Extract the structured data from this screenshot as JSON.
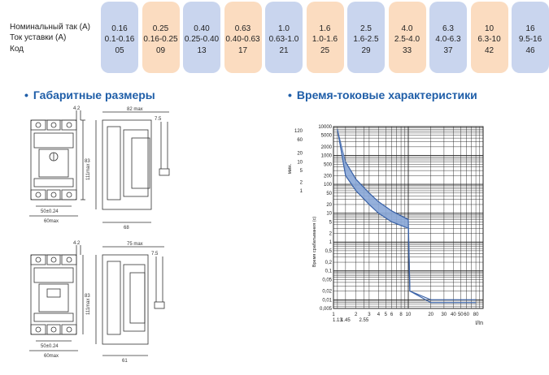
{
  "table": {
    "row_labels": [
      "Номинальный так (А)",
      "Ток уставки (А)",
      "Код"
    ],
    "columns": [
      {
        "nominal": "0.16",
        "range": "0.1-0.16",
        "code": "05",
        "color": "#c9d5ee"
      },
      {
        "nominal": "0.25",
        "range": "0.16-0.25",
        "code": "09",
        "color": "#fbdcc0"
      },
      {
        "nominal": "0.40",
        "range": "0.25-0.40",
        "code": "13",
        "color": "#c9d5ee"
      },
      {
        "nominal": "0.63",
        "range": "0.40-0.63",
        "code": "17",
        "color": "#fbdcc0"
      },
      {
        "nominal": "1.0",
        "range": "0.63-1.0",
        "code": "21",
        "color": "#c9d5ee"
      },
      {
        "nominal": "1.6",
        "range": "1.0-1.6",
        "code": "25",
        "color": "#fbdcc0"
      },
      {
        "nominal": "2.5",
        "range": "1.6-2.5",
        "code": "29",
        "color": "#c9d5ee"
      },
      {
        "nominal": "4.0",
        "range": "2.5-4.0",
        "code": "33",
        "color": "#fbdcc0"
      },
      {
        "nominal": "6.3",
        "range": "4.0-6.3",
        "code": "37",
        "color": "#c9d5ee"
      },
      {
        "nominal": "10",
        "range": "6.3-10",
        "code": "42",
        "color": "#fbdcc0"
      },
      {
        "nominal": "16",
        "range": "9.5-16",
        "code": "46",
        "color": "#c9d5ee"
      }
    ]
  },
  "headings": {
    "dimensions": "Габаритные размеры",
    "curve": "Время-токовые характеристики",
    "bullet": "•"
  },
  "dimensions": {
    "top": {
      "d1": "4.2",
      "d2": "82 max",
      "d3": "7.5",
      "h1": "83",
      "h2": "111max",
      "w1": "50±0.24",
      "w2": "60max",
      "w3": "68"
    },
    "bottom": {
      "d1": "4.2",
      "d2": "75 max",
      "d3": "7.5",
      "h1": "83",
      "h2": "111max",
      "w1": "50±0.24",
      "w2": "60max",
      "w3": "61"
    }
  },
  "chart_data": {
    "type": "line",
    "title": "",
    "y_unit_label": "мин.",
    "ylabel": "Время срабатывания (с)",
    "xlabel": "I/In",
    "y_log": true,
    "x_log": true,
    "y_ticks_min": [
      "120",
      "60",
      "20",
      "10",
      "5",
      "2",
      "1"
    ],
    "y_ticks_s": [
      "10000",
      "5000",
      "2000",
      "1000",
      "500",
      "200",
      "100",
      "50",
      "20",
      "10",
      "5",
      "2",
      "1",
      "0,5",
      "0,2",
      "0,1",
      "0,05",
      "0,02",
      "0,01",
      "0,005"
    ],
    "x_ticks": [
      "1",
      "1.13",
      "1.45",
      "2",
      "2.55",
      "3",
      "4",
      "5",
      "6",
      "8",
      "10",
      "20",
      "30",
      "40",
      "50",
      "60",
      "80"
    ],
    "series": [
      {
        "values": [
          [
            1.13,
            8000
          ],
          [
            1.45,
            200
          ],
          [
            2,
            60
          ],
          [
            3,
            20
          ],
          [
            4,
            10
          ],
          [
            6,
            5
          ],
          [
            10,
            3
          ],
          [
            10.5,
            0.02
          ],
          [
            20,
            0.008
          ],
          [
            80,
            0.008
          ]
        ]
      },
      {
        "values": [
          [
            1.45,
            600
          ],
          [
            2,
            150
          ],
          [
            3,
            50
          ],
          [
            4,
            25
          ],
          [
            6,
            12
          ],
          [
            10,
            6
          ],
          [
            10.5,
            0.02
          ],
          [
            20,
            0.01
          ],
          [
            80,
            0.01
          ]
        ]
      }
    ],
    "band_color": "#8aa8d8"
  }
}
